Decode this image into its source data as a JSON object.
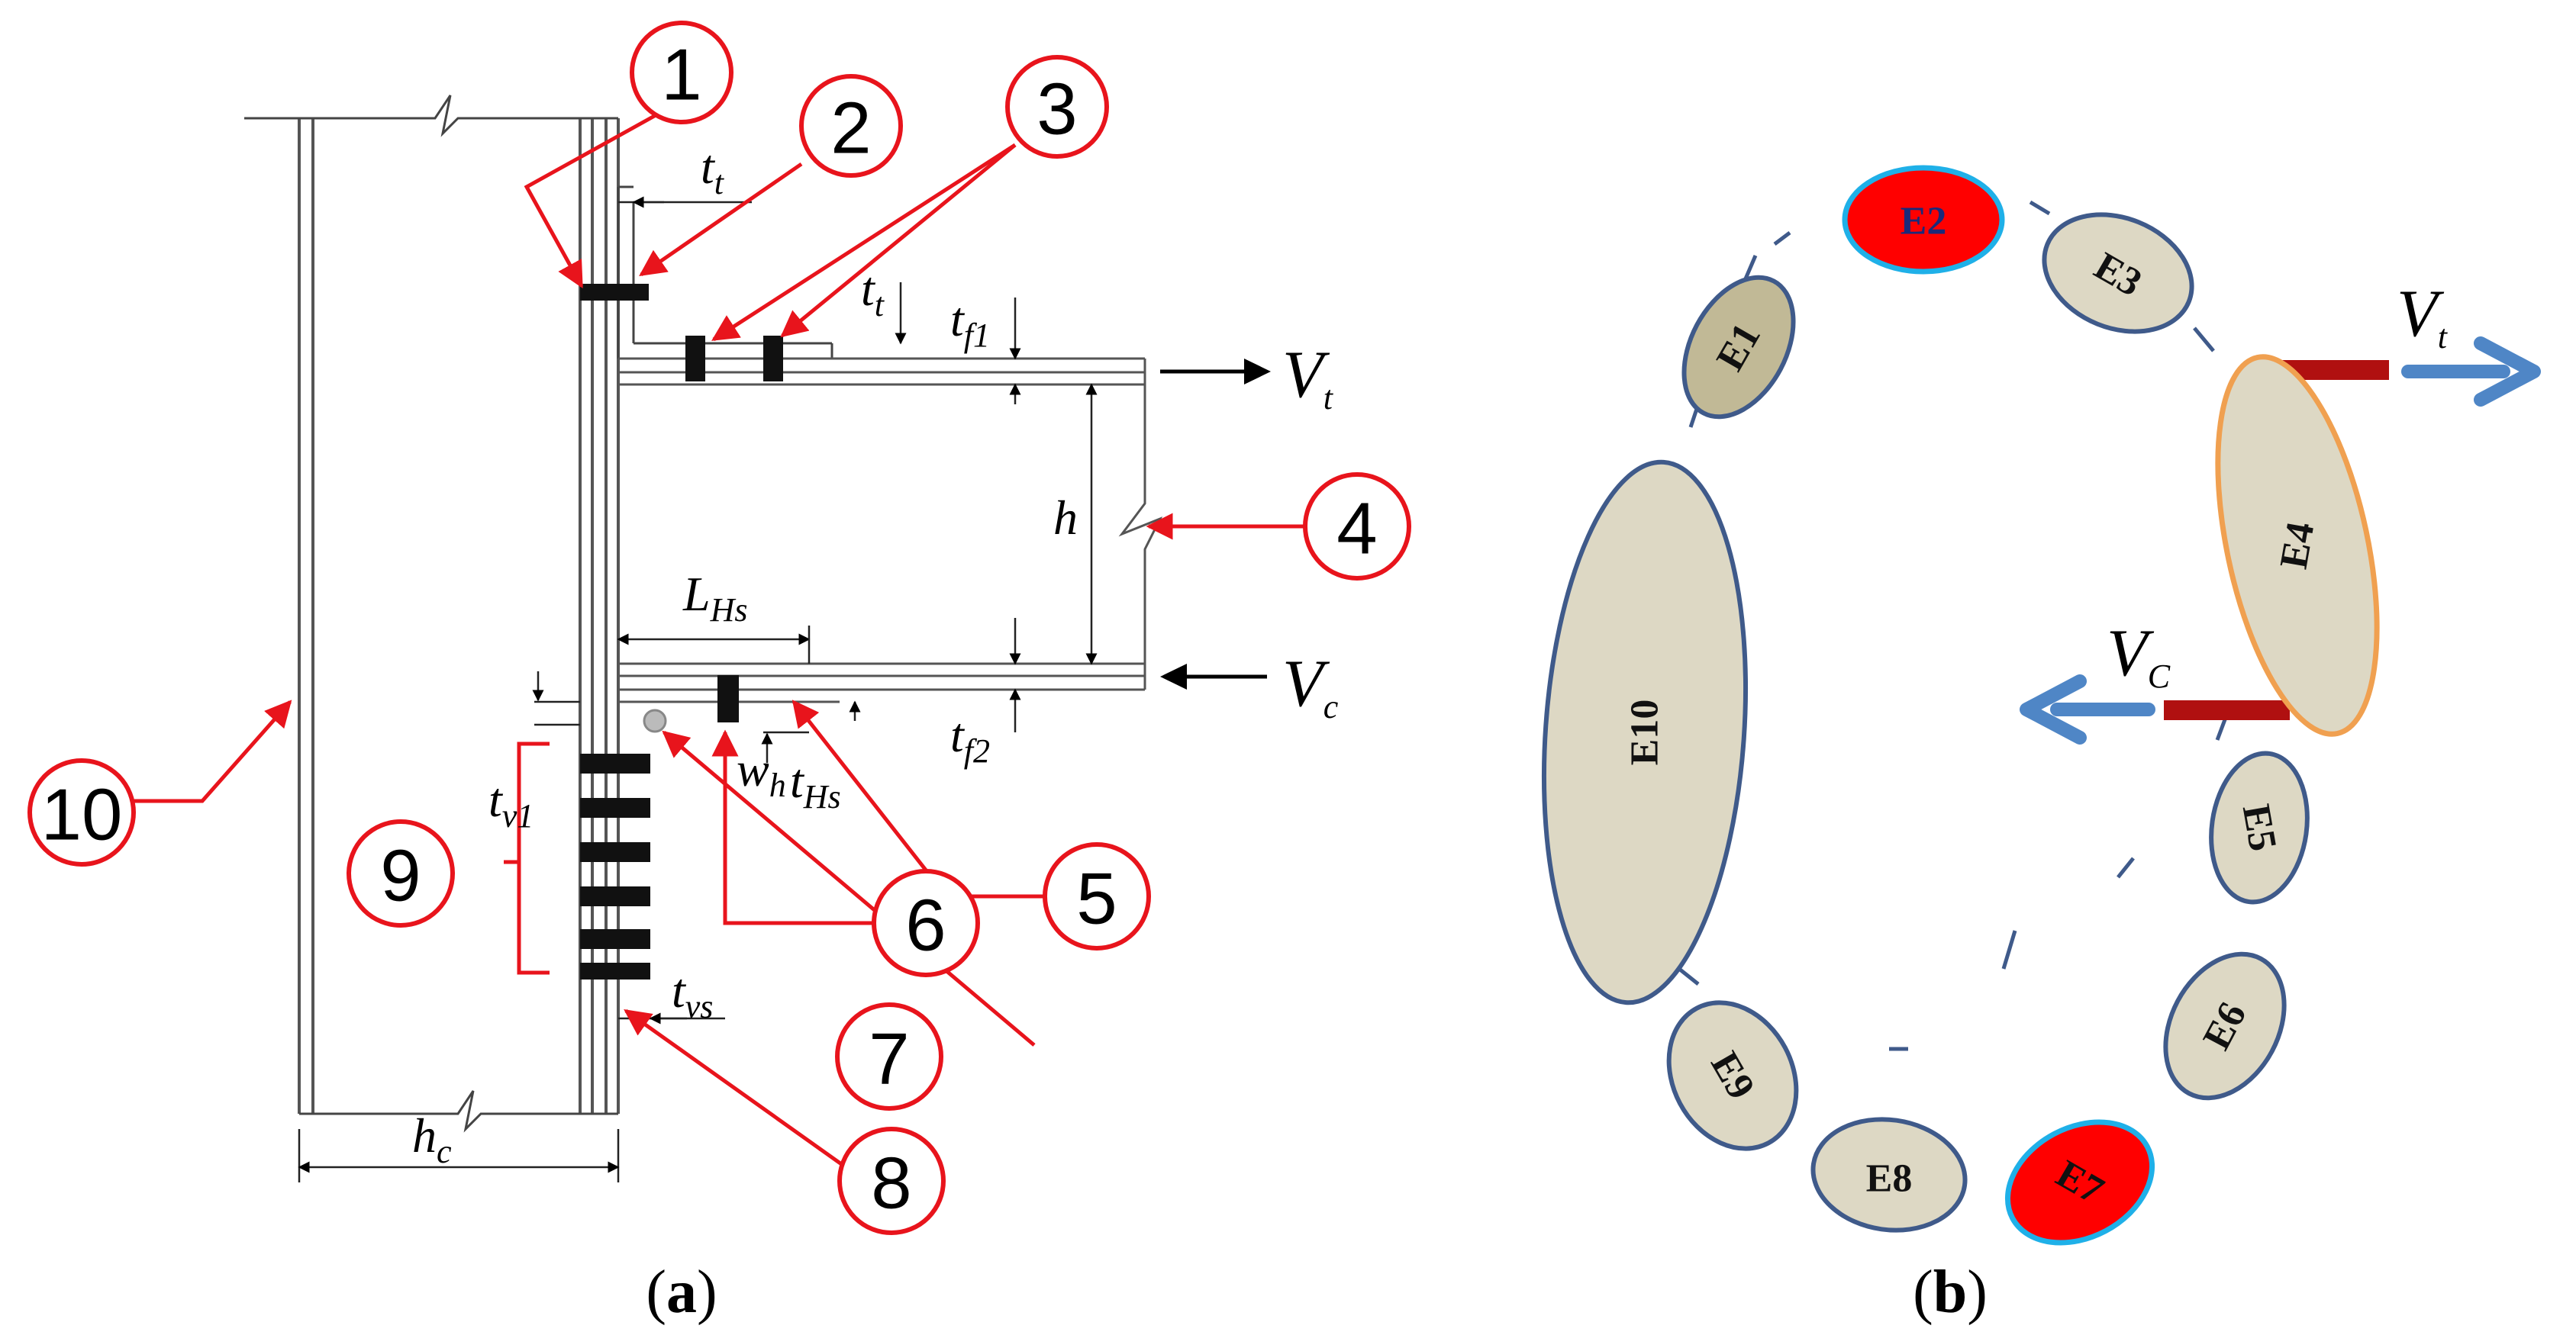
{
  "panel_a": {
    "caption": {
      "open": "(",
      "letter": "a",
      "close": ")"
    },
    "callouts": [
      "1",
      "2",
      "3",
      "4",
      "5",
      "6",
      "7",
      "8",
      "9",
      "10"
    ],
    "dims": {
      "tt": {
        "base": "t",
        "sub": "t"
      },
      "tt2": {
        "base": "t",
        "sub": "t"
      },
      "tf1": {
        "base": "t",
        "sub": "f1"
      },
      "tf2": {
        "base": "t",
        "sub": "f2"
      },
      "h": "h",
      "lhs": {
        "base": "L",
        "sub": "Hs"
      },
      "wh": {
        "base": "w",
        "sub": "h"
      },
      "ths": {
        "base": "t",
        "sub": "Hs"
      },
      "tv1": {
        "base": "t",
        "sub": "v1"
      },
      "tvs": {
        "base": "t",
        "sub": "vs"
      },
      "hc": {
        "base": "h",
        "sub": "c"
      }
    },
    "forces": {
      "vt": {
        "base": "V",
        "sub": "t"
      },
      "vc": {
        "base": "V",
        "sub": "c"
      }
    }
  },
  "panel_b": {
    "caption": {
      "open": "(",
      "letter": "b",
      "close": ")"
    },
    "elements": [
      "E1",
      "E2",
      "E3",
      "E4",
      "E5",
      "E6",
      "E7",
      "E8",
      "E9",
      "E10"
    ],
    "forces": {
      "vt": {
        "base": "V",
        "sub": "t"
      },
      "vc": {
        "base": "V",
        "sub": "C"
      }
    }
  },
  "colors": {
    "callout_red": "#e8141c",
    "element_fill": "#ddd8c4",
    "element_fill_dark": "#c1b996",
    "element_stroke": "#3f5a8a",
    "active_fill": "#ff0000",
    "active_stroke": "#1fb0e8",
    "e4_stroke": "#f0a050",
    "spring_bar": "#b01010",
    "force_arrow": "#4f86c6"
  }
}
